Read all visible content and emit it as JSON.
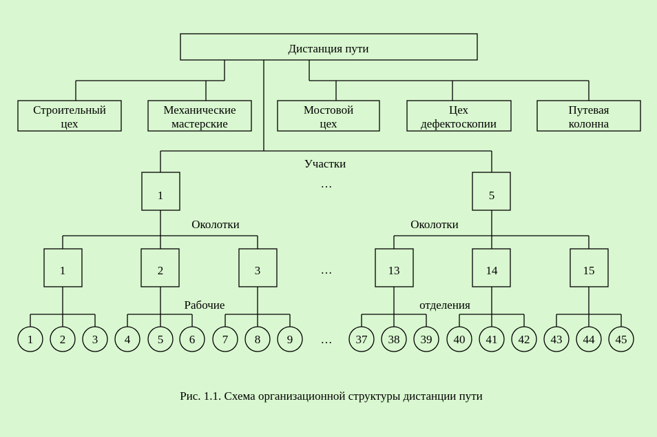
{
  "top": {
    "label": "Дистанция пути"
  },
  "departments": [
    {
      "lines": [
        "Строительный",
        "цех"
      ]
    },
    {
      "lines": [
        "Механические",
        "мастерские"
      ]
    },
    {
      "lines": [
        "Мостовой",
        "цех"
      ]
    },
    {
      "lines": [
        "Цех",
        "дефектоскопии"
      ]
    },
    {
      "lines": [
        "Путевая",
        "колонна"
      ]
    }
  ],
  "sections_label": "Участки",
  "sections": [
    "1",
    "5"
  ],
  "okolotki_label": "Околотки",
  "okolotki": [
    "1",
    "2",
    "3",
    "13",
    "14",
    "15"
  ],
  "workers_label_left": "Рабочие",
  "workers_label_right": "отделения",
  "workers": [
    "1",
    "2",
    "3",
    "4",
    "5",
    "6",
    "7",
    "8",
    "9",
    "37",
    "38",
    "39",
    "40",
    "41",
    "42",
    "43",
    "44",
    "45"
  ],
  "ellipsis": "…",
  "caption": "Рис. 1.1. Схема организационной структуры дистанции пути"
}
